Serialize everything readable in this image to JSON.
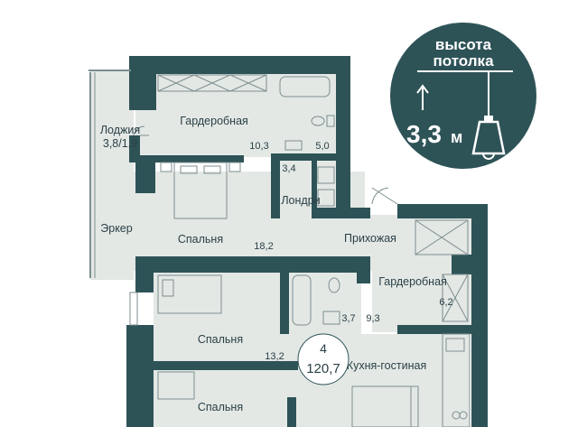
{
  "colors": {
    "wall": "#2e5357",
    "floor": "#e3e8e5",
    "badge": "#2e5357",
    "badge_text": "#ffffff",
    "text": "#2b4046",
    "fixture": "#7d8e90"
  },
  "ceiling": {
    "title_line1": "высота",
    "title_line2": "потолка",
    "value": "3,3",
    "unit": "м",
    "icons": [
      "arrow-up-icon",
      "pendant-lamp-icon"
    ]
  },
  "apartment": {
    "rooms_count": "4",
    "total_area": "120,7"
  },
  "rooms": {
    "loggia": {
      "name": "Лоджия",
      "area": "3,8/1,9"
    },
    "wardrobe_top": {
      "name": "Гардеробная",
      "area": "10,3"
    },
    "bath_top": {
      "area": "5,0"
    },
    "wc_small": {
      "area": "3,4"
    },
    "laundry": {
      "name": "Лондри"
    },
    "bay": {
      "name": "Эркер"
    },
    "bedroom_main": {
      "name": "Спальня",
      "area": "18,2"
    },
    "hallway": {
      "name": "Прихожая"
    },
    "wardrobe_right": {
      "name": "Гардеробная",
      "area": "6,2"
    },
    "bath_mid": {
      "area": "3,7"
    },
    "hall_mid": {
      "area": "9,3"
    },
    "bedroom_mid": {
      "name": "Спальня",
      "area": "13,2"
    },
    "kitchen_living": {
      "name": "Кухня-гостиная"
    },
    "bedroom_bottom": {
      "name": "Спальня"
    }
  }
}
